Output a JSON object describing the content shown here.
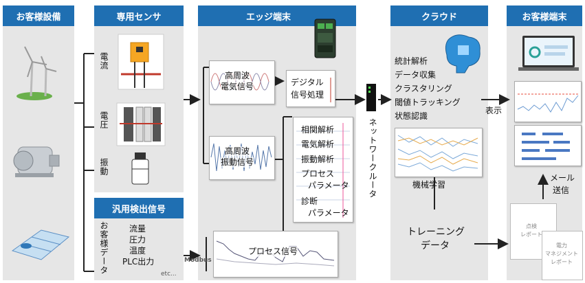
{
  "headers": {
    "customer_equipment": "お客様設備",
    "dedicated_sensor": "専用センサ",
    "edge_terminal": "エッジ端末",
    "cloud": "クラウド",
    "customer_terminal": "お客様端末",
    "general_signal": "汎用検出信号"
  },
  "sensor_labels": {
    "current": "電流",
    "voltage": "電圧",
    "vibration": "振動"
  },
  "general_signal": {
    "side_label": "お客様データ",
    "items": [
      "流量",
      "圧力",
      "温度",
      "PLC出力"
    ],
    "etc": "etc...",
    "protocol": "Modbus"
  },
  "edge": {
    "hf_electric": [
      "高周波",
      "電気信号"
    ],
    "hf_vibration": [
      "高周波",
      "振動信号"
    ],
    "digital": [
      "デジタル",
      "信号処理"
    ],
    "analysis": [
      "相関解析",
      "電気解析",
      "振動解析",
      "プロセス",
      "パラメータ",
      "診断",
      "パラメータ"
    ],
    "process_signal": "プロセス信号"
  },
  "network_router": "ネットワークルータ",
  "cloud": {
    "features": [
      "統計解析",
      "データ収集",
      "クラスタリング",
      "閾値トラッキング",
      "状態認識"
    ],
    "ml_label": "機械学習",
    "training": [
      "トレーニング",
      "データ"
    ]
  },
  "terminal": {
    "display_label": "表示",
    "mail_label": [
      "メール",
      "送信"
    ],
    "inspection_report": [
      "点検",
      "レポート"
    ],
    "power_report": [
      "電力",
      "マネジメント",
      "レポート"
    ]
  },
  "colors": {
    "header_blue": "#1f6fb2",
    "panel_gray": "#e6e6e6"
  }
}
